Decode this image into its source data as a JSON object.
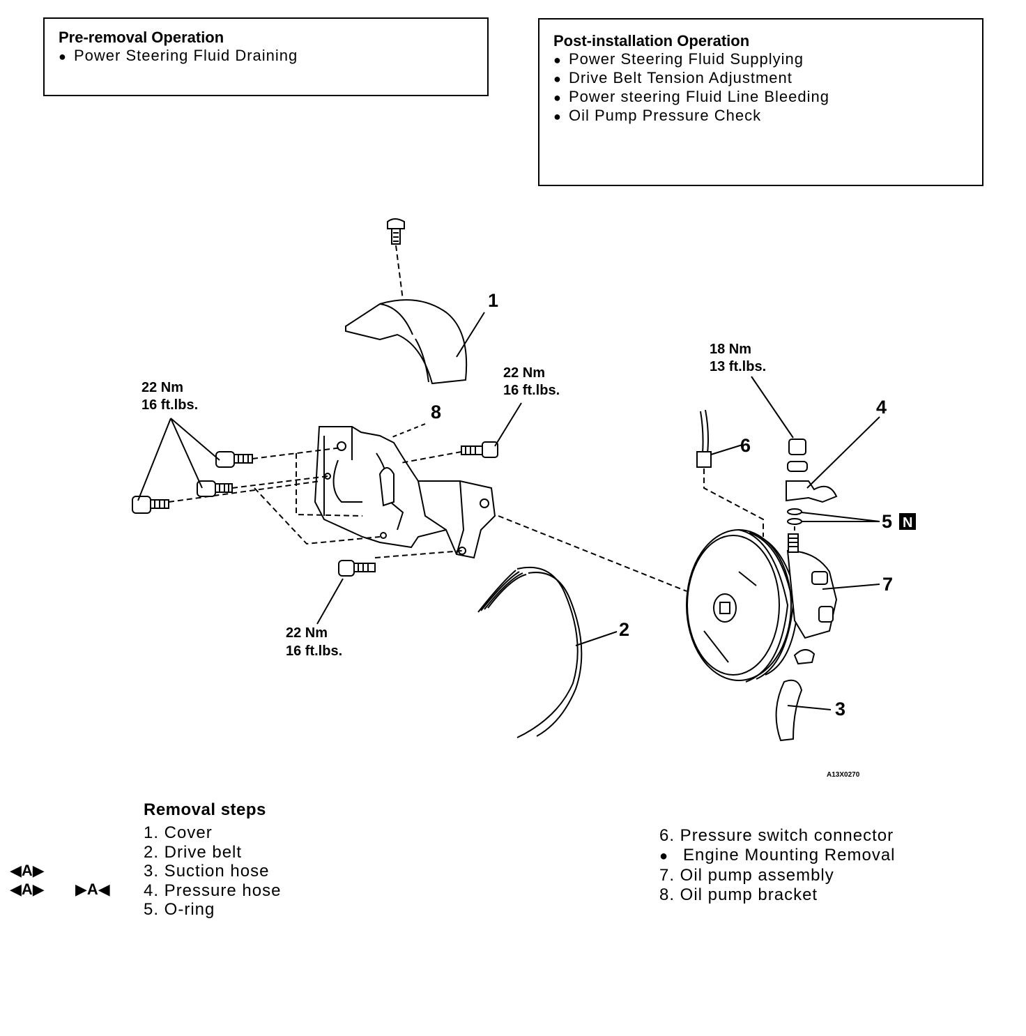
{
  "pre_removal": {
    "title": "Pre-removal Operation",
    "items": [
      "Power Steering Fluid Draining"
    ]
  },
  "post_installation": {
    "title": "Post-installation Operation",
    "items": [
      "Power Steering Fluid Supplying",
      "Drive Belt Tension Adjustment",
      "Power steering Fluid Line Bleeding",
      "Oil Pump Pressure Check"
    ]
  },
  "diagram": {
    "callouts": [
      "1",
      "2",
      "3",
      "4",
      "5",
      "6",
      "7",
      "8"
    ],
    "new_part_mark": "N",
    "torque": {
      "left_nm": "22 Nm",
      "left_ftlbs": "16 ft.lbs.",
      "right_nm": "22 Nm",
      "right_ftlbs": "16 ft.lbs.",
      "bottom_nm": "22 Nm",
      "bottom_ftlbs": "16 ft.lbs.",
      "hose_nm": "18 Nm",
      "hose_ftlbs": "13 ft.lbs."
    },
    "figure_code": "A13X0270"
  },
  "removal_steps": {
    "title": "Removal steps",
    "left": [
      "1. Cover",
      "2. Drive belt",
      "3. Suction hose",
      "4. Pressure hose",
      "5. O-ring"
    ],
    "right_item1": "6. Pressure switch connector",
    "right_bullet": "Engine Mounting Removal",
    "right_items": [
      "7. Oil pump assembly",
      "8. Oil pump bracket"
    ]
  },
  "markers": {
    "removal_a_1": "◀A▶",
    "removal_a_2": "◀A▶",
    "install_a": "▶A◀"
  }
}
